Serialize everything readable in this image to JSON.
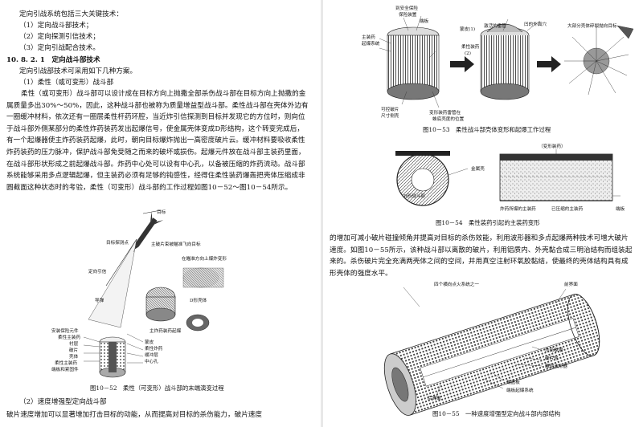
{
  "left": {
    "intro": "定向引战系统包括三大关键技术：",
    "tech_items": [
      "（1）定向战斗部技术；",
      "（2）定向探测引信技术；",
      "（3）定向引战配合技术。"
    ],
    "section_heading": "10. 8. 2. 1　定向战斗部技术",
    "section_intro": "定向引战部技术可采用如下几种方案。",
    "subsection1": "（1）柔性（或可变形）战斗部",
    "body1": "柔性（或可变形）战斗部可以设计成在目标方向上抛撒全部杀伤战斗部在目标方向上抛撒的金属质量多出30%～50%，因此，这种战斗部也被称为质量增益型战斗部。柔性战斗部在壳体外边有一圈缓冲材料，依次还有一圈层柔性杆药环腔，当近炸引信探测到目标并发现它的方位时，则向位于战斗部外侧某部分的柔性炸药装药发出起爆信号，使金属壳体变成D形结构，这个转变完成后，有一个起爆器使主炸药装药起爆，此时，朝向目标爆炸抛出一高密度破片云。缓冲材料要吸收柔性炸药装药的压力脉冲，保护战斗部免受随之而来的破坏或损伤。起爆元件放在战斗部主装药里面，在战斗部形状形成之前起爆战斗部。炸药中心处可以设有中心孔，以备被压缩的炸药流动。战斗部系统能够采用多点逻辑起爆，但主装药必须有足够的钝感性，经得住柔性装药爆轰把壳体压缩成非圆截面这种状态时的考验，柔性（可变形）战斗部的工作过程如图10－52～图10－54所示。",
    "figure52": {
      "caption": "图10－52　柔性（可变形）战斗部的末端演变过程",
      "labels": {
        "target": "目标",
        "detect_point": "目标探测点",
        "ray": "主破片束被瞄准飞向目标",
        "guidance": "定向引信",
        "deform": "在瞄准方向上爆炸变形",
        "missile": "导弹",
        "dshape": "D形壳体",
        "main_det": "主炸药装药起爆",
        "safety": "安装保险元件",
        "main_charge": "柔性主装药",
        "liner": "衬层",
        "fragments": "破片",
        "shell": "壳体",
        "aux_charge": "柔性主装药",
        "end_cap": "端板和紧固件",
        "cover": "蒙皮",
        "flex_explosive": "柔性炸药",
        "buffer": "缓冲层",
        "center_hole": "中心孔"
      }
    },
    "subsection2": "（2）速度增强型定向战斗部",
    "body2": "破片速度增加可以显著增加打击目标的动能，从而提高对目标的杀伤能力，破片速度"
  },
  "right": {
    "figure53": {
      "caption": "图10－53　柔性战斗部壳体变形和起爆工作过程",
      "labels": {
        "safety_device": "到安全保险",
        "arming": "保险装置",
        "end_plate": "端板",
        "cover": "蒙皮(1)",
        "main_charge": "主装药",
        "initiator": "起爆系统",
        "flex_explosive": "柔性装药",
        "label2": "(2)",
        "detonated": "激活的雷管",
        "deform_bulge": "凹的外面穴",
        "most_fragments": "大部分壳体碎裂抛向目标",
        "controlled_fragments": "可控破片",
        "size_control": "尺寸侧壳",
        "deform_charge": "变形装药雷管在",
        "unit_loc": "蛛底壳度的位置"
      }
    },
    "figure54": {
      "caption": "图10－54　柔性装药引起的主装药变形",
      "labels": {
        "deform_charge": "（变形装药）",
        "metal_shell": "金属壳",
        "end_plate": "端板",
        "d_charge": "D形战斗部",
        "explosive_charge": "炸药所爆的主装药",
        "compressed": "已压缩的主装药"
      }
    },
    "body3": "的增加可减小破片碰撞倾角并提高对目标的杀伤效能，利用波形器和多点起爆两种技术可增大破片速度。如图10－55所示，该种战斗部以离散的破片，利用铝质内、外壳黏合成三明治结构而组装起来的。杀伤破片完全充满两壳体之间的空间，并用真空注射环氧胶黏结，使最终的壳体结构具有成形壳体的强度水平。",
    "figure55": {
      "caption": "图10－55　一种速度增强型定向战斗部内部结构",
      "labels": {
        "top_axis": "四个横向点火系统之一",
        "front_cover": "前界面",
        "explosive": "炸药象限",
        "fragments": "破片包",
        "wave_shaper": "雕刻波形器",
        "end_plate": "端盖板",
        "detonator": "端板起爆系统",
        "rear": "后界面"
      }
    }
  }
}
